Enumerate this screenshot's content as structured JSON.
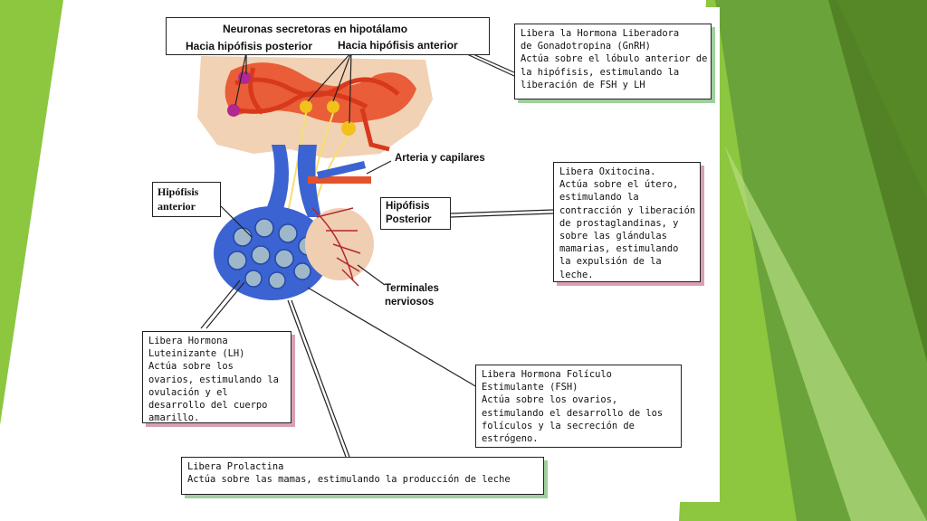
{
  "slide_colors": {
    "light_green": "#8dc63f",
    "dark_green": "#5d8a2a",
    "mid_green": "#77b043"
  },
  "header": {
    "title": "Neuronas secretoras en hipotálamo",
    "posterior": "Hacia hipófisis posterior",
    "anterior": "Hacia hipófisis anterior"
  },
  "labels": {
    "arteria": "Arteria y capilares",
    "hipofisis_anterior": [
      "Hipófisis",
      "anterior"
    ],
    "hipofisis_posterior": [
      "Hipófisis",
      "Posterior"
    ],
    "terminales": [
      "Terminales",
      "nerviosos"
    ]
  },
  "boxes": {
    "gnrh": [
      "Libera la Hormona Liberadora",
      "de Gonadotropina (GnRH)",
      "Actúa sobre el lóbulo anterior de",
      "la hipófisis, estimulando la",
      "liberación de FSH y LH"
    ],
    "oxitocina": [
      "Libera Oxitocina.",
      "Actúa sobre el útero,",
      "estimulando la",
      "contracción y liberación",
      "de prostaglandinas, y",
      "sobre las glándulas",
      "mamarias, estimulando",
      "la expulsión de la",
      "leche."
    ],
    "lh": [
      "Libera Hormona",
      "Luteinizante (LH)",
      "Actúa sobre los",
      "ovarios, estimulando la",
      "ovulación y el",
      "desarrollo del cuerpo",
      "amarillo."
    ],
    "fsh": [
      "Libera Hormona Folículo",
      "Estimulante (FSH)",
      "Actúa sobre los ovarios,",
      "estimulando el desarrollo de los",
      "folículos y la secreción de",
      "estrógeno."
    ],
    "prolactina": [
      "Libera Prolactina",
      "Actúa sobre las mamas, estimulando la producción de leche"
    ]
  }
}
